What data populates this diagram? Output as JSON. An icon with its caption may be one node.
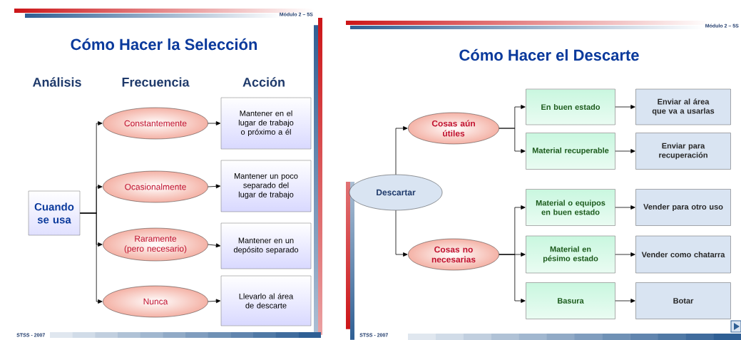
{
  "diagram": {
    "nodes": [
      {
        "text": [
          "Cuando se usa"
        ]
      },
      {
        "text": [
          "Constantemente"
        ]
      },
      {
        "text": [
          "Ocasionalmente"
        ]
      },
      {
        "text": [
          "Raramente (pero necesario)"
        ]
      },
      {
        "text": [
          "Nunca"
        ]
      },
      {
        "text": [
          "Mantener en el lugar de trabajo o próximo a él"
        ]
      },
      {
        "text": [
          "Mantener un poco separado del lugar de trabajo"
        ]
      },
      {
        "text": [
          "Mantener en un depósito separado"
        ]
      },
      {
        "text": [
          "Llevarlo al área de descarte"
        ]
      },
      {
        "text": [
          "Descartar"
        ]
      },
      {
        "text": [
          "Cosas aún útiles"
        ]
      },
      {
        "text": [
          "Cosas no necesarias"
        ]
      },
      {
        "text": [
          "En buen estado"
        ]
      },
      {
        "text": [
          "Material recuperable"
        ]
      },
      {
        "text": [
          "Material o equipos en buen estado"
        ]
      },
      {
        "text": [
          "Material en pésimo estado"
        ]
      },
      {
        "text": [
          "Basura"
        ]
      },
      {
        "text": [
          "Enviar al área que va a usarlas"
        ]
      },
      {
        "text": [
          "Enviar para recuperación"
        ]
      },
      {
        "text": [
          "Vender para otro uso"
        ]
      },
      {
        "text": [
          "Vender como chatarra"
        ]
      },
      {
        "text": [
          "Botar"
        ]
      }
    ],
    "edges": [
      {
        "from": 0,
        "to": 1,
        "arrow": "to"
      },
      {
        "from": 0,
        "to": 2,
        "arrow": "to"
      },
      {
        "from": 0,
        "to": 3,
        "arrow": "to"
      },
      {
        "from": 0,
        "to": 4,
        "arrow": "to"
      },
      {
        "from": 1,
        "to": 5,
        "arrow": "to"
      },
      {
        "from": 2,
        "to": 6,
        "arrow": "to"
      },
      {
        "from": 3,
        "to": 7,
        "arrow": "to"
      },
      {
        "from": 4,
        "to": 8,
        "arrow": "to"
      },
      {
        "from": 9,
        "to": 10,
        "arrow": "to"
      },
      {
        "from": 9,
        "to": 11,
        "arrow": "to"
      },
      {
        "from": 10,
        "to": 12,
        "arrow": "to"
      },
      {
        "from": 10,
        "to": 13,
        "arrow": "to"
      },
      {
        "from": 11,
        "to": 14,
        "arrow": "to"
      },
      {
        "from": 11,
        "to": 15,
        "arrow": "to"
      },
      {
        "from": 11,
        "to": 16,
        "arrow": "to"
      },
      {
        "from": 12,
        "to": 17,
        "arrow": "to"
      },
      {
        "from": 13,
        "to": 18,
        "arrow": "to"
      },
      {
        "from": 14,
        "to": 19,
        "arrow": "to"
      },
      {
        "from": 15,
        "to": 20,
        "arrow": "to"
      },
      {
        "from": 16,
        "to": 21,
        "arrow": "to"
      }
    ],
    "labels": [
      "Módulo 2 – 5S",
      "Cómo Hacer la Selección",
      "Análisis",
      "Frecuencia",
      "Acción",
      "STSS - 2007",
      "Módulo 2 – 5S",
      "Cómo Hacer el Descarte",
      "STSS - 2007"
    ]
  }
}
